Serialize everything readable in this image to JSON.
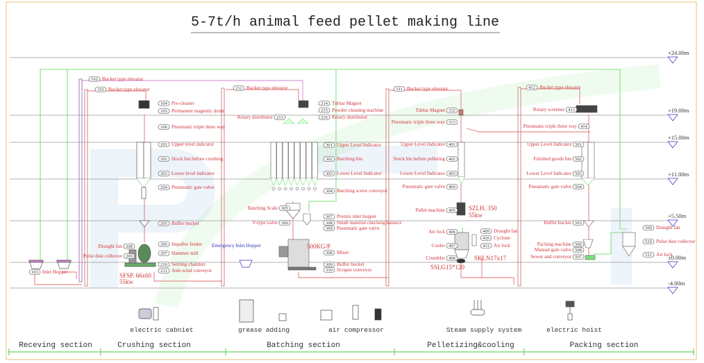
{
  "title": "5-7t/h animal feed pellet making line",
  "colors": {
    "label": "#d0343a",
    "material": "#e07070",
    "air": "#7ee07e",
    "frame": "#f2c890",
    "blue_text": "#3030c0"
  },
  "levels": [
    "+24.00m",
    "+19.00m",
    "+15.00m",
    "+11.00m",
    "+5.50m",
    "±0.00m",
    "-4.00m"
  ],
  "items": [
    {
      "code": "102",
      "label": "Bucket type elevator"
    },
    {
      "code": "103",
      "label": "Bucket type elevator"
    },
    {
      "code": "104",
      "label": "Pre-cleaner"
    },
    {
      "code": "105",
      "label": "Permanent magentic drum"
    },
    {
      "code": "106",
      "label": "Pneumatic triple three way"
    },
    {
      "code": "201",
      "label": "Upper level indicator"
    },
    {
      "code": "202",
      "label": "Stock bin before crushing"
    },
    {
      "code": "203",
      "label": "Lower level indicator"
    },
    {
      "code": "204",
      "label": "Pneumatic gate valve"
    },
    {
      "code": "205",
      "label": "Buffer bucket"
    },
    {
      "code": "206",
      "label": "Impeller feeder"
    },
    {
      "code": "207",
      "label": "Hammer mill"
    },
    {
      "code": "210",
      "label": "Settling chamber"
    },
    {
      "code": "211",
      "label": "Anti-wind conveyor"
    },
    {
      "code": "208",
      "label": "Draught fan"
    },
    {
      "code": "209",
      "label": "Pulse dust collector"
    },
    {
      "code": "101",
      "label": "Inlet Hopper"
    },
    {
      "code": "212",
      "label": "Bucket type elevator"
    },
    {
      "code": "214",
      "label": "Tublar Magnet"
    },
    {
      "code": "215",
      "label": "Powder cleaning machine"
    },
    {
      "code": "216",
      "label": "Rotary distributor"
    },
    {
      "code": "213",
      "label": "Rotary distributor"
    },
    {
      "code": "301",
      "label": "Upper Level Indicator"
    },
    {
      "code": "302",
      "label": "Batching bin"
    },
    {
      "code": "303",
      "label": "Lower Level Indicator"
    },
    {
      "code": "304",
      "label": "Batching screw conveyor"
    },
    {
      "code": "305",
      "label": "Batching Scale"
    },
    {
      "code": "306",
      "label": "V-type valve"
    },
    {
      "code": "307",
      "label": "Premix inlet hopper"
    },
    {
      "code": "308",
      "label": "Small material checking balance"
    },
    {
      "code": "309",
      "label": "Pneumatic gate valve"
    },
    {
      "code": "308",
      "label": "Mixer"
    },
    {
      "code": "309",
      "label": "Buffer bucket"
    },
    {
      "code": "310",
      "label": "Scraper conveyor"
    },
    {
      "code": "311",
      "label": "Bucket type elevator"
    },
    {
      "code": "312",
      "label": "Tublar Magnet"
    },
    {
      "code": "313",
      "label": "Pneumatic triple three way"
    },
    {
      "code": "401",
      "label": "Upper Level Indicator"
    },
    {
      "code": "402",
      "label": "Stock bin before pelleting"
    },
    {
      "code": "403",
      "label": "Lower Level Indicator"
    },
    {
      "code": "404",
      "label": "Pneumatic gate valve"
    },
    {
      "code": "405",
      "label": "Pellet machine"
    },
    {
      "code": "406",
      "label": "Air lock"
    },
    {
      "code": "407",
      "label": "Cooler"
    },
    {
      "code": "408",
      "label": "Crumbler"
    },
    {
      "code": "409",
      "label": "Draught fan"
    },
    {
      "code": "410",
      "label": "Cyclone"
    },
    {
      "code": "411",
      "label": "Air lock"
    },
    {
      "code": "412",
      "label": "Bucket type elevator"
    },
    {
      "code": "413",
      "label": "Rotary screener"
    },
    {
      "code": "414",
      "label": "Pneumatic triple three way"
    },
    {
      "code": "501",
      "label": "Upper Level Indicator"
    },
    {
      "code": "502",
      "label": "Finished goods bin"
    },
    {
      "code": "503",
      "label": "Lower Level Indicator"
    },
    {
      "code": "504",
      "label": "Pneumatic gate valve"
    },
    {
      "code": "505",
      "label": "Buffer bucket"
    },
    {
      "code": "506",
      "label": "Packing machine"
    },
    {
      "code": "508",
      "label": "Manual gate valve"
    },
    {
      "code": "507",
      "label": "Sewer and conveyor"
    },
    {
      "code": "509",
      "label": "Draught fan"
    },
    {
      "code": "510",
      "label": "Pulse dust collector"
    },
    {
      "code": "511",
      "label": "Air lock"
    }
  ],
  "specs": {
    "hammer_mill": [
      "SFSP. 66x60",
      "55kw"
    ],
    "mixer": "500KG/P",
    "emergency_hopper": "Emergency Inlet Hopper",
    "pellet_machine": [
      "SZLH. 350",
      "55kw"
    ],
    "cooler": "SKLN17x17",
    "crumbler": "SSLG15*120"
  },
  "auxiliary": [
    "electric cabniet",
    "grease adding",
    "air compressor",
    "Steam supply system",
    "electric hoist"
  ],
  "sections": [
    "Receving section",
    "Crushing section",
    "Batching section",
    "Pelletizing&cooling",
    "Packing section"
  ]
}
